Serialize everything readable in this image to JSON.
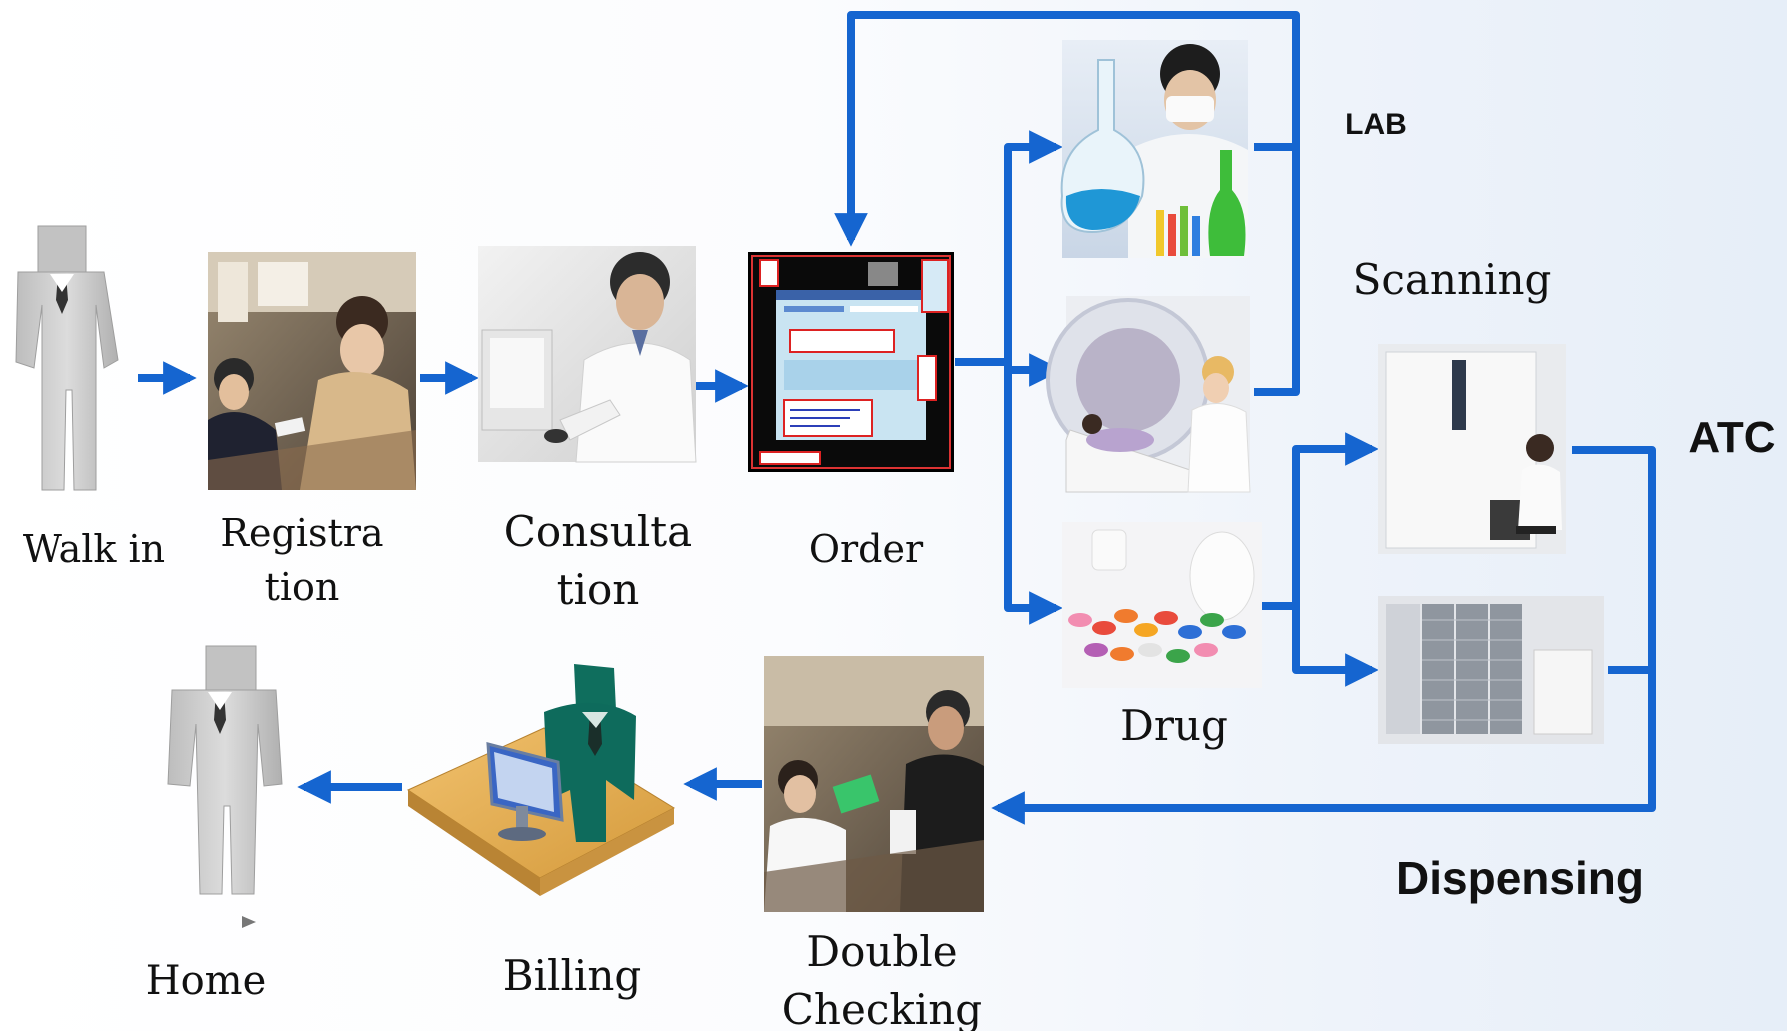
{
  "colors": {
    "arrow": "#1565d0",
    "person": "#c8c8c8",
    "billing_person": "#0e6b5c",
    "desk": "#e0a94e"
  },
  "icons": {
    "walk_in": "person-figure-icon",
    "home": "person-figure-icon",
    "registration": "registration-desk-photo",
    "consultation": "doctor-at-computer-photo",
    "order": "order-entry-screen",
    "lab": "lab-technician-photo",
    "scanning": "ct-scanner-photo",
    "drug": "pills-photo",
    "atc": "atc-machine-photo",
    "dispensing": "dispensing-cabinet-photo",
    "double_checking": "pharmacy-counter-photo",
    "billing": "billing-desk-icon"
  },
  "labels": {
    "walk_in": "Walk in",
    "registration_1": "Registra",
    "registration_2": "tion",
    "consultation_1": "Consulta",
    "consultation_2": "tion",
    "order": "Order",
    "lab": "LAB",
    "scanning": "Scanning",
    "drug": "Drug",
    "atc": "ATC",
    "dispensing": "Dispensing",
    "double_checking_1": "Double",
    "double_checking_2": "Checking",
    "billing": "Billing",
    "home": "Home"
  }
}
